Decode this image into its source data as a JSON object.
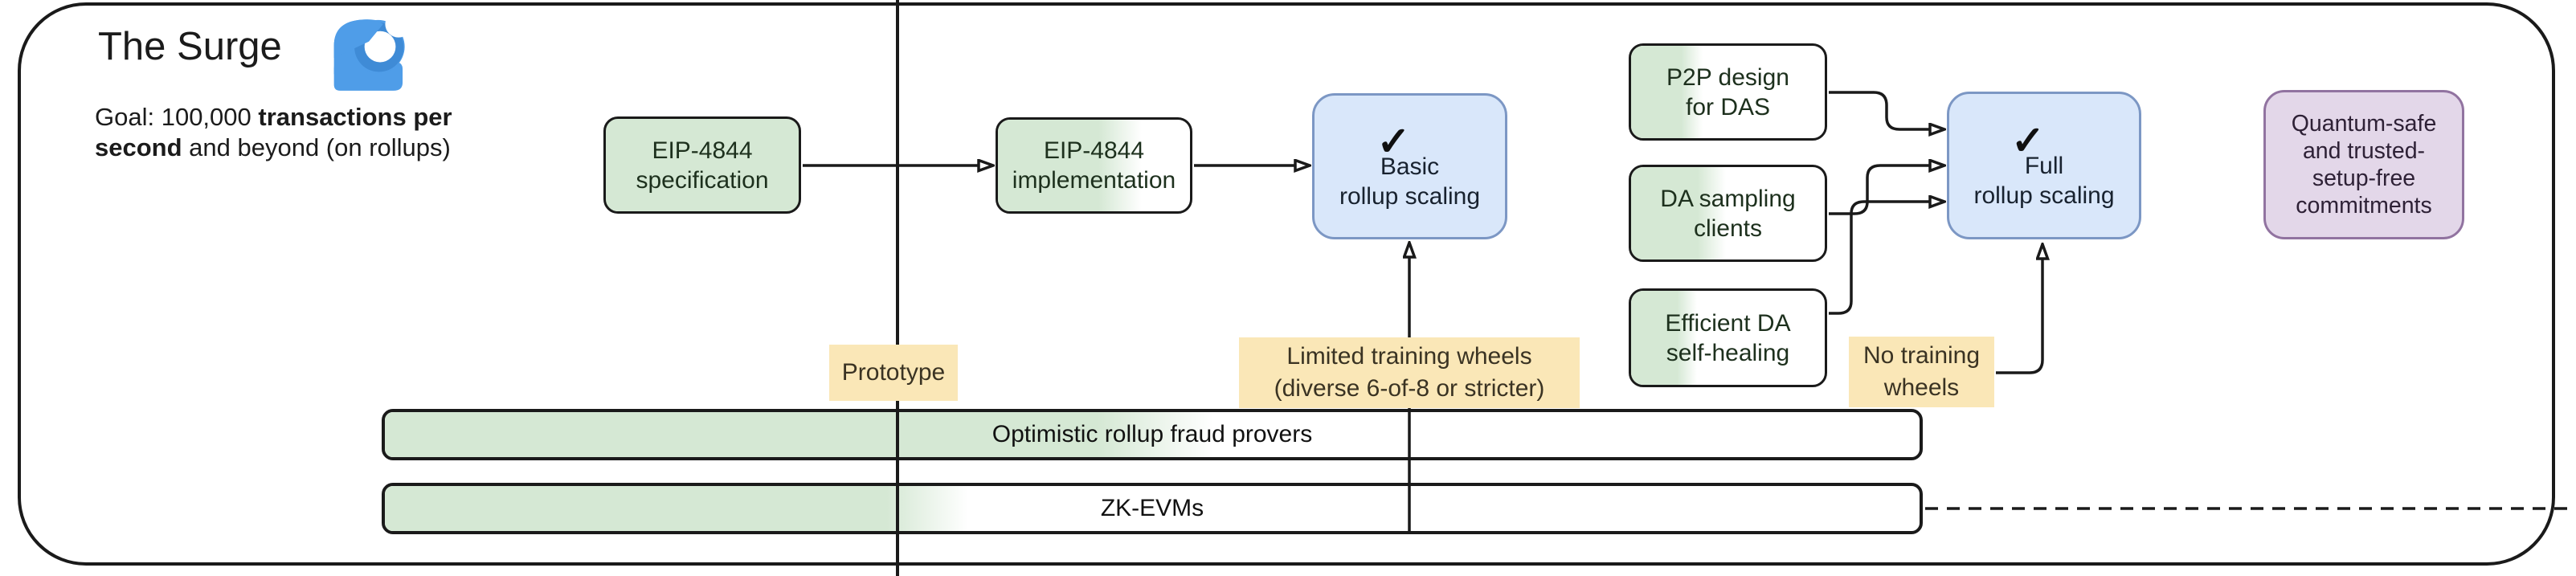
{
  "header": {
    "title": "The Surge",
    "goal": {
      "l1_normal": "Goal: 100,000 ",
      "l1_bold": "transactions per",
      "l2_bold": "second",
      "l2_normal": " and beyond (on rollups)"
    },
    "wave_icon": "wave-emoji"
  },
  "nodes": {
    "spec": {
      "lines": [
        "EIP-4844",
        "specification"
      ],
      "status": "done"
    },
    "impl": {
      "lines": [
        "EIP-4844",
        "implementation"
      ],
      "fill_pct": 75
    },
    "basic": {
      "lines": [
        "Basic",
        "rollup scaling"
      ],
      "check": "✓"
    },
    "p2p": {
      "lines": [
        "P2P design",
        "for DAS"
      ],
      "fill_pct": 37
    },
    "das": {
      "lines": [
        "DA sampling",
        "clients"
      ],
      "fill_pct": 49
    },
    "heal": {
      "lines": [
        "Efficient DA",
        "self-healing"
      ],
      "fill_pct": 34
    },
    "full": {
      "lines": [
        "Full",
        "rollup scaling"
      ],
      "check": "✓"
    },
    "quantum": {
      "lines": [
        "Quantum-safe",
        "and trusted-",
        "setup-free",
        "commitments"
      ]
    }
  },
  "labels": {
    "prototype": {
      "lines": [
        "Prototype"
      ]
    },
    "limited": {
      "lines": [
        "Limited training wheels",
        "(diverse 6-of-8 or stricter)"
      ]
    },
    "no_training": {
      "lines": [
        "No training",
        "wheels"
      ]
    }
  },
  "bars": [
    {
      "label": "Optimistic rollup fraud provers",
      "fill_pct": 54
    },
    {
      "label": "ZK-EVMs",
      "fill_pct": 38
    }
  ],
  "colors": {
    "green": "#d5e8d4",
    "blue": "#d9e7fa",
    "blue_border": "#7c97c4",
    "purple": "#e3d7e9",
    "purple_border": "#9173a0",
    "yellow": "#fae7b7",
    "line": "#1a1a1a",
    "wave_blue": "#4f9de8",
    "wave_blue_dark": "#3f8bd6"
  }
}
